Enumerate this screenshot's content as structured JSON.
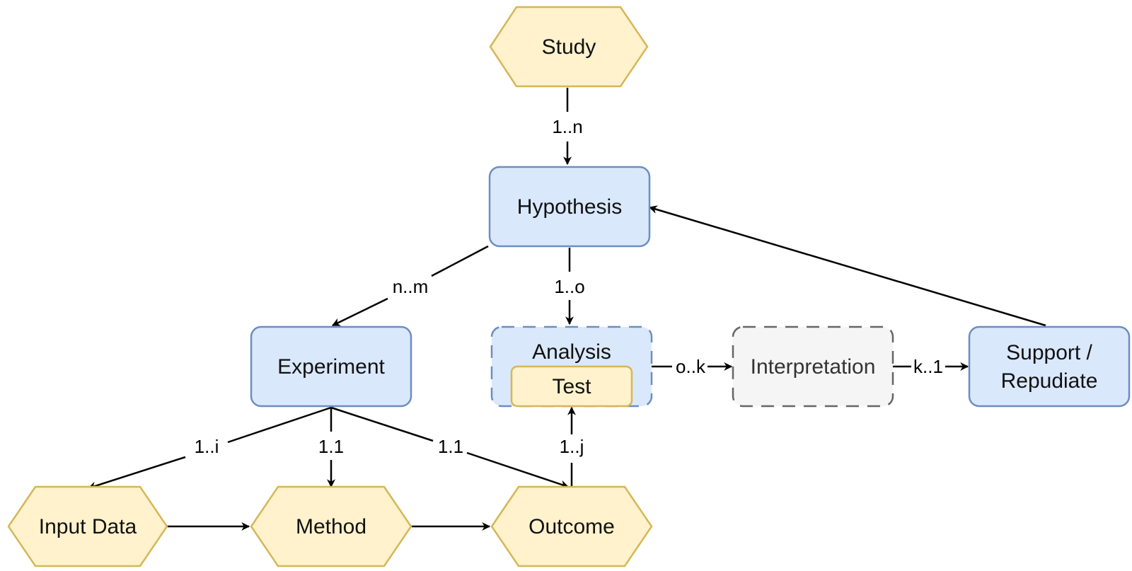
{
  "diagram": {
    "colors": {
      "hex_fill": "#fff2cc",
      "hex_stroke": "#d6b656",
      "box_fill": "#dae8fc",
      "box_stroke": "#6c8ebf",
      "dashed_fill": "#f5f5f5",
      "dashed_stroke": "#666666",
      "edge": "#000000"
    },
    "nodes": {
      "study": "Study",
      "hypothesis": "Hypothesis",
      "experiment": "Experiment",
      "analysis": "Analysis",
      "test": "Test",
      "interpretation": "Interpretation",
      "support_line1": "Support /",
      "support_line2": "Repudiate",
      "input_data": "Input Data",
      "method": "Method",
      "outcome": "Outcome"
    },
    "edges": {
      "study_hypothesis": "1..n",
      "hypothesis_experiment": "n..m",
      "hypothesis_analysis": "1..o",
      "analysis_interpretation": "o..k",
      "interpretation_support": "k..1",
      "experiment_input": "1..i",
      "experiment_method": "1.1",
      "experiment_outcome": "1.1",
      "outcome_analysis": "1..j"
    }
  }
}
